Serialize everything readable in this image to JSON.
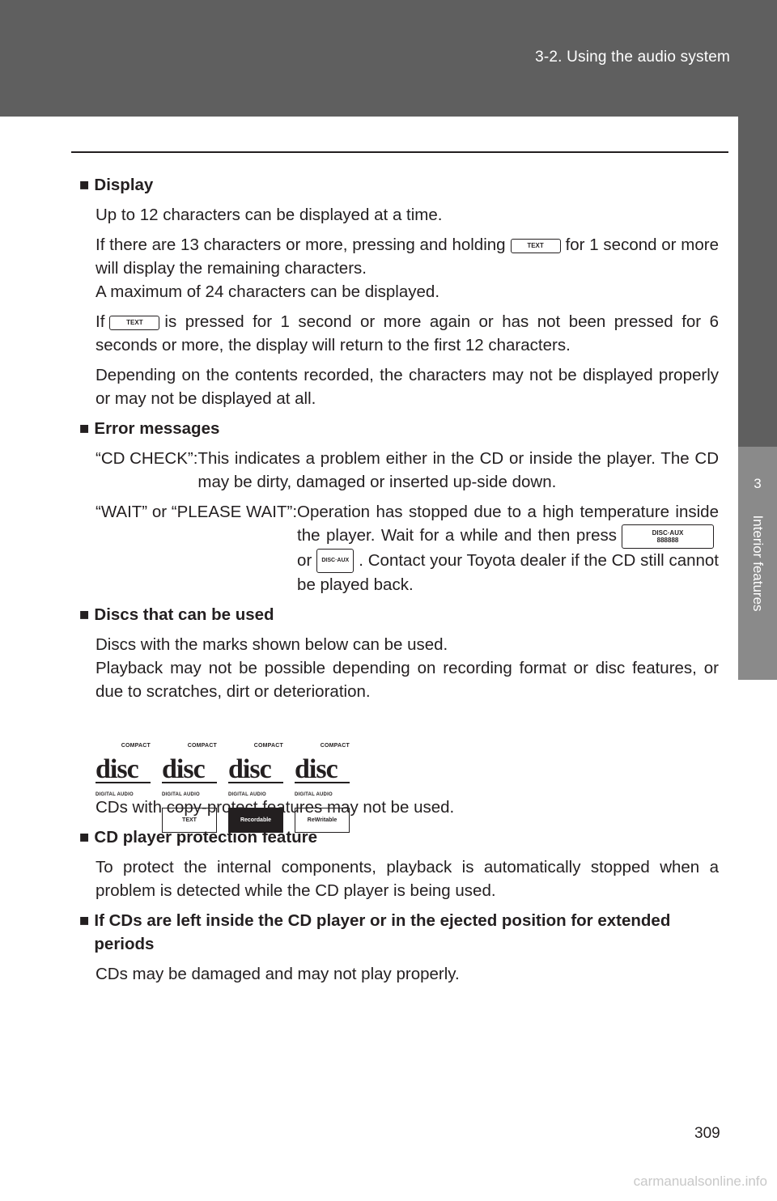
{
  "header": {
    "title": "3-2. Using the audio system"
  },
  "side_tab": {
    "number": "3",
    "label": "Interior features"
  },
  "sections": {
    "display": {
      "heading": "Display",
      "p1": "Up to 12 characters can be displayed at a time.",
      "p2a": "If there are 13 characters or more, pressing and holding",
      "p2b": "for 1 second or more will display the remaining characters.",
      "p2c": "A maximum of 24 characters can be displayed.",
      "p3a": "If",
      "p3b": "is pressed for 1 second or more again or has not been pressed for 6 seconds or more, the display will return to the first 12 characters.",
      "p4": "Depending on the contents recorded, the characters may not be displayed properly or may not be displayed at all."
    },
    "errors": {
      "heading": "Error messages",
      "e1_label": "“CD CHECK”: ",
      "e1_desc": "This indicates a problem either in the CD or inside the player. The CD may be dirty, damaged or inserted up-side down.",
      "e2_label": "“WAIT” or “PLEASE WAIT”: ",
      "e2_desc_a": "Operation has stopped due to a high temperature inside the player. Wait for a while and then press",
      "e2_desc_b": "or",
      "e2_desc_c": ". Contact your Toyota dealer if the CD still cannot be played back."
    },
    "discs": {
      "heading": "Discs that can be used",
      "p1": "Discs with the marks shown below can be used.",
      "p2": "Playback may not be possible depending on recording format or disc features, or due to scratches, dirt or deterioration.",
      "p3": "CDs with copy-protect features may not be used."
    },
    "protection": {
      "heading": "CD player protection feature",
      "p1": "To protect the internal components, playback is automatically stopped when a problem is detected while the CD player is being used."
    },
    "left_inside": {
      "heading": "If CDs are left inside the CD player or in the ejected position for extended periods",
      "p1": "CDs may be damaged and may not play properly."
    }
  },
  "keys": {
    "text": "TEXT",
    "disc_aux_1": "DISC·AUX",
    "disc_aux_1_sub": "888888",
    "disc_aux_2": "DISC·AUX"
  },
  "logos": [
    {
      "top": "COMPACT",
      "main": "disc",
      "bottom": "DIGITAL AUDIO",
      "tag": ""
    },
    {
      "top": "COMPACT",
      "main": "disc",
      "bottom": "DIGITAL AUDIO",
      "tag": "TEXT"
    },
    {
      "top": "COMPACT",
      "main": "disc",
      "bottom": "DIGITAL AUDIO",
      "tag": "Recordable"
    },
    {
      "top": "COMPACT",
      "main": "disc",
      "bottom": "DIGITAL AUDIO",
      "tag": "ReWritable"
    }
  ],
  "page_number": "309",
  "watermark": "carmanualsonline.info",
  "bullet": "■"
}
